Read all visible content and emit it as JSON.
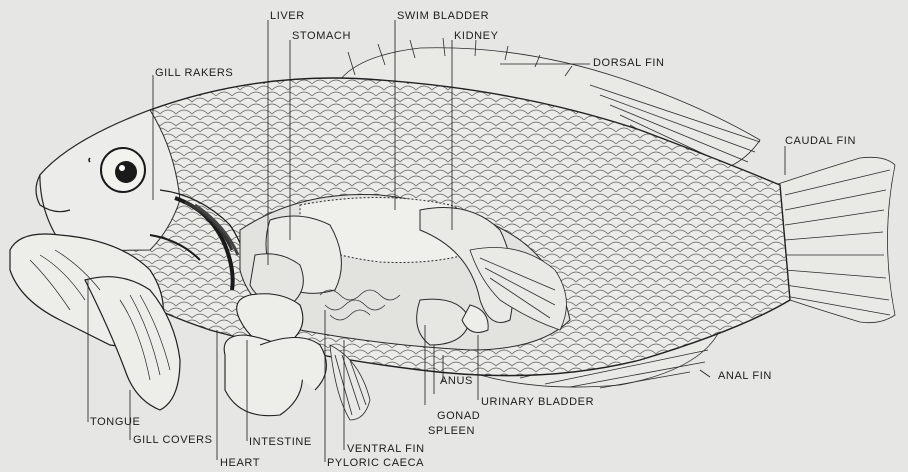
{
  "labels": {
    "liver": "LIVER",
    "stomach": "STOMACH",
    "swim_bladder": "SWIM BLADDER",
    "kidney": "KIDNEY",
    "dorsal_fin": "DORSAL FIN",
    "gill_rakers": "GILL RAKERS",
    "caudal_fin": "CAUDAL FIN",
    "anal_fin": "ANAL FIN",
    "anus": "ANUS",
    "urinary_bladder": "URINARY BLADDER",
    "gonad": "GONAD",
    "spleen": "SPLEEN",
    "ventral_fin": "VENTRAL FIN",
    "pyloric_caeca": "PYLORIC CAECA",
    "intestine": "INTESTINE",
    "heart": "HEART",
    "gill_covers": "GILL COVERS",
    "tongue": "TONGUE"
  },
  "colors": {
    "paper": "#e6e6e4",
    "ink": "#1c1c1c"
  }
}
